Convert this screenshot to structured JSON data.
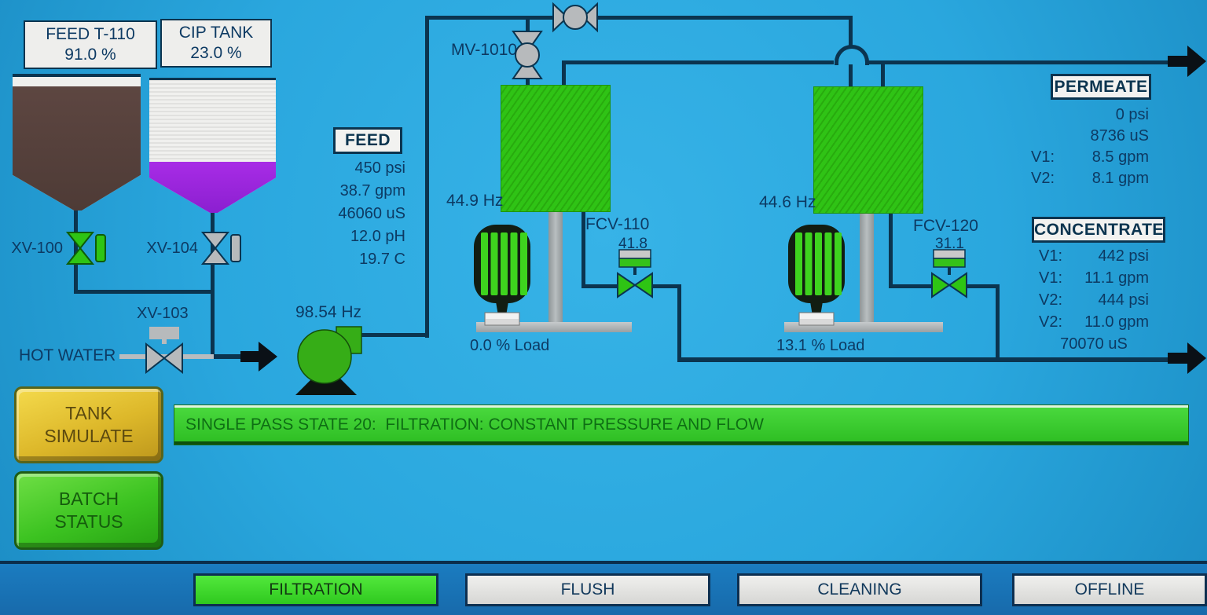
{
  "colors": {
    "background": "#2aa7de",
    "pipe": "#0b344f",
    "active_green": "#2ec414",
    "hot_water_pipe": "#b8bcbf",
    "cip_fill_purple": "#9c2be0",
    "feed_tank_fill": "#54413c",
    "status_bar_green": "#35c92e"
  },
  "tanks": {
    "feed": {
      "name": "FEED T-110",
      "level": "91.0 %"
    },
    "cip": {
      "name": "CIP TANK",
      "level": "23.0 %"
    }
  },
  "hot_water_label": "HOT WATER",
  "valves": {
    "xv100": "XV-100",
    "xv104": "XV-104",
    "xv103": "XV-103",
    "mv1010": "MV-1010",
    "fcv110": {
      "label": "FCV-110",
      "value": "41.8"
    },
    "fcv120": {
      "label": "FCV-120",
      "value": "31.1"
    }
  },
  "feed_pump": {
    "hz": "98.54 Hz"
  },
  "trains": {
    "t1": {
      "hz": "44.9 Hz",
      "load": "0.0 % Load"
    },
    "t2": {
      "hz": "44.6 Hz",
      "load": "13.1 % Load"
    }
  },
  "feed_panel": {
    "title": "FEED",
    "rows": [
      "450 psi",
      "38.7 gpm",
      "46060 uS",
      "12.0 pH",
      "19.7 C"
    ]
  },
  "permeate_panel": {
    "title": "PERMEATE",
    "rows": [
      {
        "label": "",
        "value": "0 psi"
      },
      {
        "label": "",
        "value": "8736 uS"
      },
      {
        "label": "V1:",
        "value": "8.5 gpm"
      },
      {
        "label": "V2:",
        "value": "8.1 gpm"
      }
    ]
  },
  "concentrate_panel": {
    "title": "CONCENTRATE",
    "rows": [
      {
        "label": "V1:",
        "value": "442 psi"
      },
      {
        "label": "V1:",
        "value": "11.1 gpm"
      },
      {
        "label": "V2:",
        "value": "444 psi"
      },
      {
        "label": "V2:",
        "value": "11.0 gpm"
      },
      {
        "label": "",
        "value": "70070 uS"
      }
    ]
  },
  "buttons": {
    "tank_simulate": {
      "line1": "TANK",
      "line2": "SIMULATE"
    },
    "batch_status": {
      "line1": "BATCH",
      "line2": "STATUS"
    }
  },
  "status_bar": {
    "text": "SINGLE PASS STATE 20:  FILTRATION: CONSTANT PRESSURE AND FLOW"
  },
  "nav": {
    "filtration": "FILTRATION",
    "flush": "FLUSH",
    "cleaning": "CLEANING",
    "offline": "OFFLINE"
  }
}
